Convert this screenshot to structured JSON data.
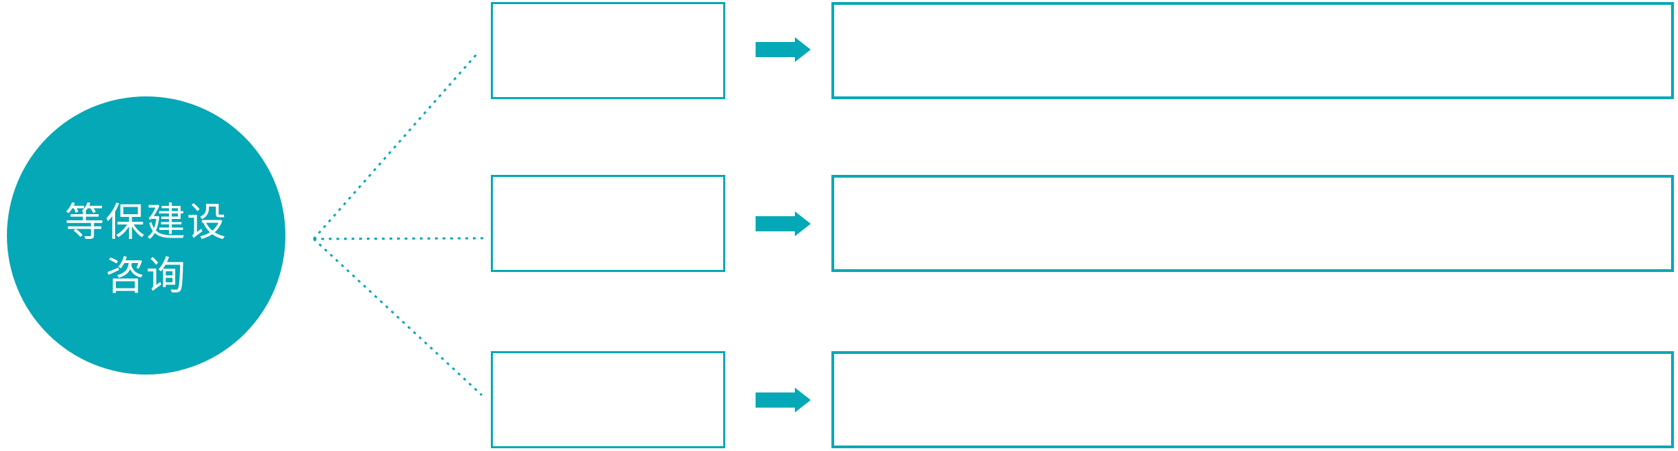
{
  "colors": {
    "accent": "#05a8b6",
    "background": "#ffffff",
    "hub_text": "#ffffff"
  },
  "hub": {
    "label_line1": "等保建设",
    "label_line2": "咨询"
  },
  "icons": {
    "connector_style": "dotted-line",
    "arrow": "right-block-arrow"
  },
  "rows": [
    {
      "item_label": "",
      "arrow_icon": "right-block-arrow",
      "detail_label": ""
    },
    {
      "item_label": "",
      "arrow_icon": "right-block-arrow",
      "detail_label": ""
    },
    {
      "item_label": "",
      "arrow_icon": "right-block-arrow",
      "detail_label": ""
    }
  ]
}
